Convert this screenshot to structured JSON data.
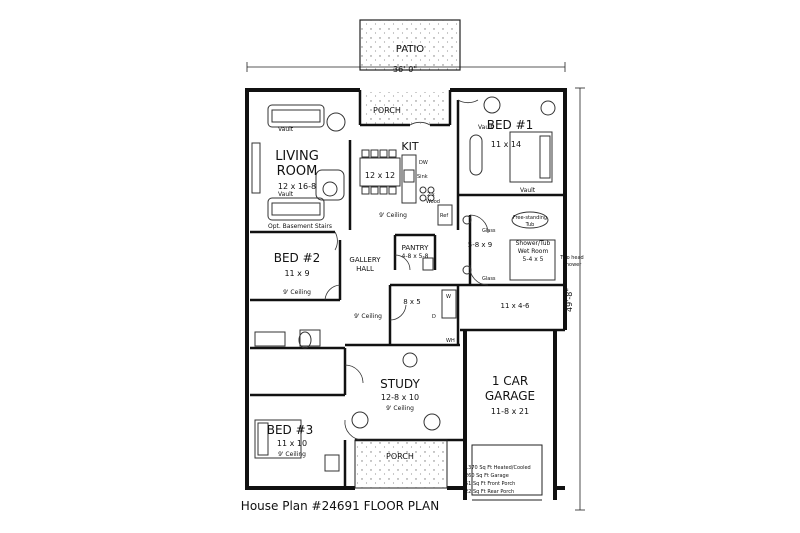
{
  "title": "House Plan #24691 FLOOR PLAN",
  "dimensions": {
    "width": "36'-0\"",
    "depth": "49'-8\""
  },
  "rooms": {
    "patio": "PATIO",
    "rear_porch": "PORCH",
    "front_porch": "PORCH",
    "living_name_1": "LIVING",
    "living_name_2": "ROOM",
    "living_size": "12 x 16-8",
    "living_vault_1": "Vault",
    "living_vault_2": "Vault",
    "kit_name": "KIT",
    "kit_size": "12 x 12",
    "kit_ceiling": "9' Ceiling",
    "dw": "DW",
    "sink": "Sink",
    "wood_1": "2 x",
    "wood_2": "Wood",
    "ref": "Ref",
    "bed1_name": "BED #1",
    "bed1_size": "11 x 14",
    "bed1_vault_1": "Vault",
    "bed1_vault_2": "Vault",
    "free_tub_1": "Free-standing",
    "free_tub_2": "Tub",
    "shower_1": "Shower/Tub",
    "shower_2": "Wet Room",
    "shower_size": "5-4 x 5",
    "two_head_1": "Two head",
    "two_head_2": "Shower",
    "bath1_size": "5-8 x 9",
    "glass_1": "Glass",
    "glass_2": "Glass",
    "closet1_size": "11 x 4-6",
    "pantry_name": "PANTRY",
    "pantry_size": "4-8 x 5-8",
    "bed2_name": "BED #2",
    "bed2_size": "11 x 9",
    "bed2_ceiling": "9' Ceiling",
    "basement": "Opt. Basement Stairs",
    "gallery_1": "GALLERY",
    "gallery_2": "HALL",
    "hall_ceiling": "9' Ceiling",
    "laundry_size": "8 x 5",
    "laundry_d": "D",
    "laundry_w": "W",
    "wh": "WH",
    "study_name": "STUDY",
    "study_size": "12-8 x 10",
    "study_ceiling": "9' Ceiling",
    "garage_1": "1 CAR",
    "garage_2": "GARAGE",
    "garage_size": "11-8 x 21",
    "bed3_name": "BED #3",
    "bed3_size": "11 x 10",
    "bed3_ceiling": "9' Ceiling"
  },
  "stats": [
    "1370 Sq Ft Heated/Cooled",
    "260 Sq Ft Garage",
    "51 Sq Ft Front Porch",
    "22 Sq Ft Rear Porch"
  ]
}
